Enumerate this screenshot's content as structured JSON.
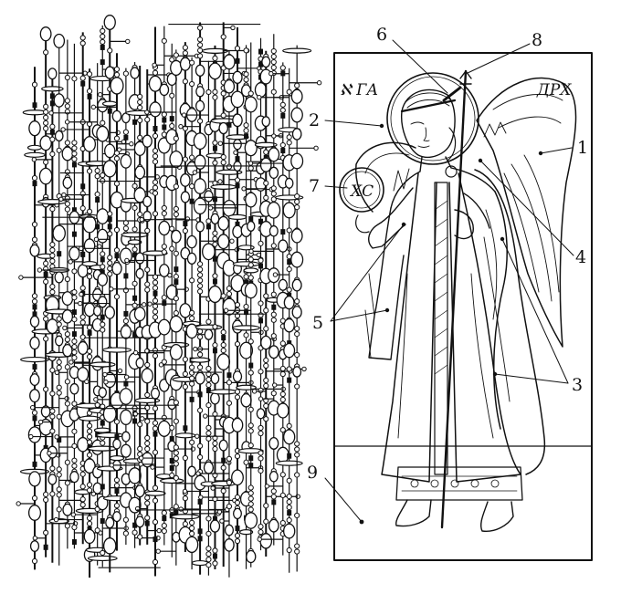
{
  "figure": {
    "left_panel": {
      "name": "bead-string-pattern"
    },
    "icon": {
      "name": "archangel-icon-drawing",
      "inscription_left": "ℵ ГА",
      "inscription_right": "ДРХ",
      "orb_monogram": "ХС"
    },
    "callouts": [
      {
        "id": "1",
        "label": "1"
      },
      {
        "id": "2",
        "label": "2"
      },
      {
        "id": "3",
        "label": "3"
      },
      {
        "id": "4",
        "label": "4"
      },
      {
        "id": "5",
        "label": "5"
      },
      {
        "id": "6",
        "label": "6"
      },
      {
        "id": "7",
        "label": "7"
      },
      {
        "id": "8",
        "label": "8"
      },
      {
        "id": "9",
        "label": "9"
      }
    ],
    "colors": {
      "ink": "#111111",
      "paper": "#ffffff"
    }
  }
}
